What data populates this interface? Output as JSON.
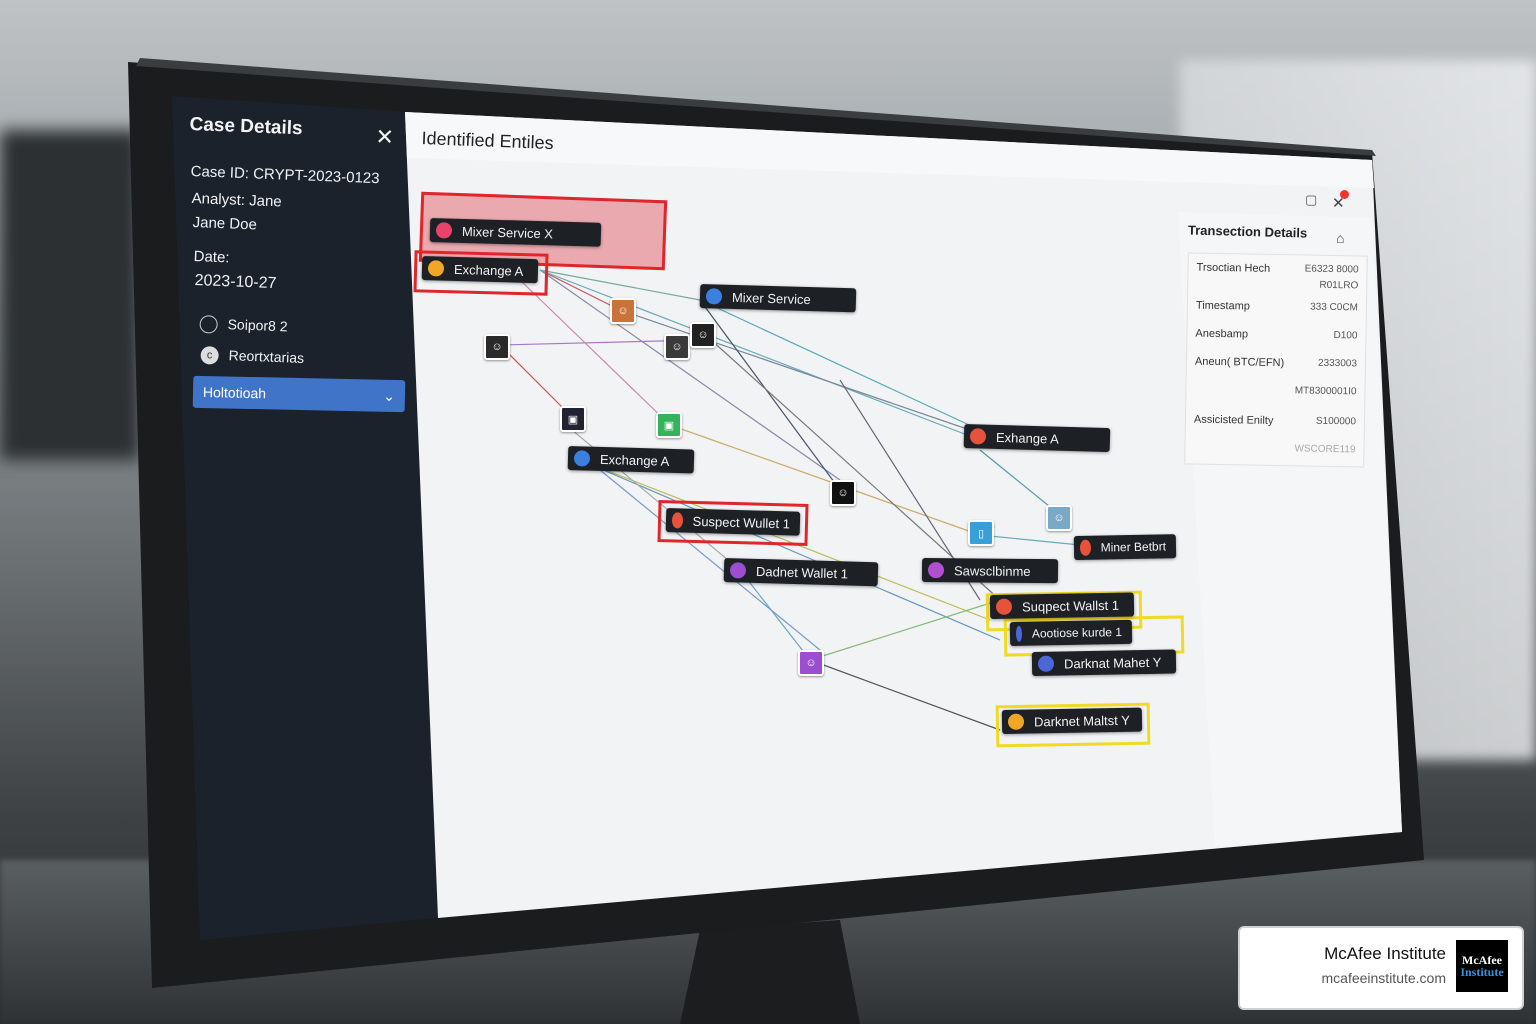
{
  "sidebar": {
    "title": "Case Details",
    "close_icon": "close-icon",
    "case_id": "Case ID: CRYPT-2023-0123",
    "analyst_line1": "Analyst: Jane",
    "analyst_line2": "Jane Doe",
    "date_label": "Date:",
    "date_value": "2023-10-27",
    "items": [
      {
        "label": "Soipor8 2",
        "icon": "link-icon"
      },
      {
        "label": "Reortxtarias",
        "icon": "circle-c-icon"
      }
    ],
    "dropdown": {
      "label": "Holtotioah",
      "icon": "chevron-down-icon"
    }
  },
  "main": {
    "title": "Identified Entiles",
    "nodes": [
      {
        "label": "Mixer Service X",
        "color": "#e8446b"
      },
      {
        "label": "Exchange A",
        "color": "#f0a726"
      },
      {
        "label": "Mixer Service",
        "color": "#3b7fe0"
      },
      {
        "label": "Exchange A",
        "color": "#3b7fe0"
      },
      {
        "label": "Exhange A",
        "color": "#e5533a"
      },
      {
        "label": "Suspect Wullet 1",
        "color": "#e5533a"
      },
      {
        "label": "Dadnet Wallet 1",
        "color": "#9b4fd0"
      },
      {
        "label": "Sawsclbinme",
        "color": "#b04fd0"
      },
      {
        "label": "Miner Betbrt",
        "color": "#e5533a"
      },
      {
        "label": "Suqpect Wallst 1",
        "color": "#e5533a"
      },
      {
        "label": "Aootiose kurde 1",
        "color": "#4a66d8"
      },
      {
        "label": "Darknat Mahet Y",
        "color": "#4a66d8"
      },
      {
        "label": "Darknet Maltst Y",
        "color": "#f0a726"
      }
    ],
    "highlight_colors": {
      "red": "#e0262b",
      "yellow": "#f1da22"
    }
  },
  "transaction_details": {
    "title": "Transection Details",
    "pin_icon": "pin-icon",
    "toolbar_icons": [
      "document-icon",
      "close-icon"
    ],
    "rows": [
      {
        "key": "Trsoctian Hech",
        "value": "E6323 8000",
        "value2": "R01LRO"
      },
      {
        "key": "Timestamp",
        "value": "333 C0CM"
      },
      {
        "key": "Anesbamp",
        "value": "D100"
      },
      {
        "key": "Aneun( BTC/EFN)",
        "value": "2333003"
      },
      {
        "key": "",
        "value": "MT8300001I0"
      },
      {
        "key": "Assicisted Enilty",
        "value": "S100000"
      },
      {
        "key": "",
        "value": "WSCORE119"
      }
    ]
  },
  "badge": {
    "name": "McAfee Institute",
    "url": "mcafeeinstitute.com",
    "logo_text": "McAfee Institute"
  }
}
